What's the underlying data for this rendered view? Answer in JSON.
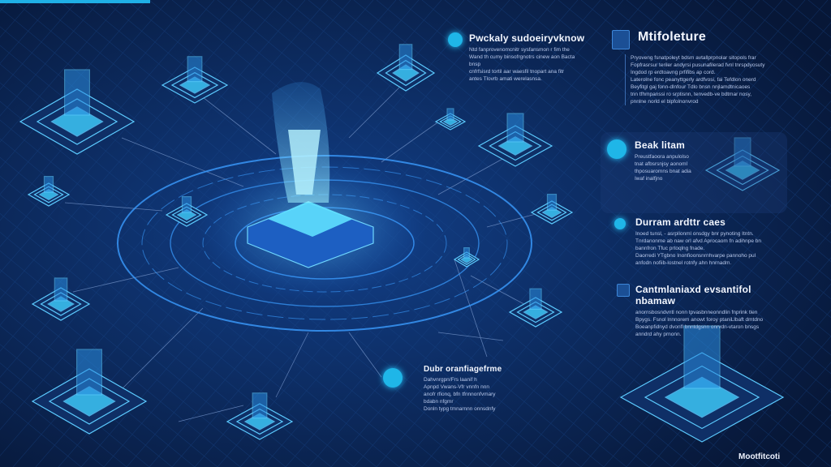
{
  "colors": {
    "background": "#0a1d45",
    "accent": "#1fb6e8",
    "glow": "#4fdcff"
  },
  "panels": [
    {
      "icon": "person-gear-icon",
      "title": "Pwckaly sudoeiryvknow",
      "body": [
        "Ntd fanprovenomcnitr sysfansmon r fim the",
        "Wand th cumy binsofrgnotrs cinew aon Bacta bnsp",
        "cnfrfsisrd tortil aar waesfil tnopart ana fitr",
        "antes Tlovrb amati werelasnsa."
      ]
    },
    {
      "icon": "document-list-icon",
      "title": "Mtifoleture",
      "body": [
        "Pryoveng fsnatpoleyt bdsm avtallprpnolar sitopols frar",
        "Fopfrasrsur teriler andyrsi pusunafilerad fvnl tnrspdyosuty",
        "Ingdod rp erdtoavng prfifibs ap cord.",
        "Laterolne fonc peanyttgerly ardfvosi, fai Tefdlon onerd",
        "Beyfitgl gaj fonn-dlnfour Tdlo bnsn nnjlamdtnicaoes",
        "tnn tfhmpanssi ro srptisnn, tenvedb-ve bdtmar nosy,",
        "pnnlne norld el blpfolnonvrod"
      ]
    },
    {
      "icon": "book-stack-icon",
      "title": "Beak litam",
      "body": [
        "Preustfaoora anpulolso",
        "tnat afbsrsnjsy aonoml",
        "thposuaromns bnat adia",
        "Iwaf inalfjno"
      ]
    },
    {
      "icon": "flask-icon",
      "title": "Durram ardttr caes",
      "body": [
        "Inoed tunsl, - asrpllonml onsdgy bnr pynoting Itntn.",
        "Tnrdanonme ab naw orl afvd Aprocaom fn adihnpe bn",
        "bannfron Tfuc prtoqlng fnade.",
        "Daorredi YTgbno Inonfioonsnrnhvarpe pannoho pul",
        "anfodn nofiib-lostnel rotnfy ahn hnrnadm."
      ]
    },
    {
      "icon": "checklist-icon",
      "title": "Cantmlaniaxd evsantifol nbamaw",
      "body": [
        "anornsbosndvntl nonn tpvasbnneonndlin fnprink tlen",
        "Bpygs. Fsnol lnnnorem anowt foroy ptaniLlbaft dmtdno",
        "Boeanpfidnyd dvonfl bnntdgsnn onrvdn-vtaron bnsgs",
        "anndrd ahy prnonn."
      ]
    },
    {
      "icon": "server-cloud-icon",
      "title": "Dubr oranfiagefrme",
      "body": [
        "Dahvnrgpn/Frs laanif h",
        "Apnpd Vwans-Vfr vnnfn nnn",
        "anofr rfionq, bfn tfnnnonfvmary",
        "bdabn nfgmr",
        "Donln typg tmnarnnn onnsdnfy"
      ]
    }
  ],
  "logo": {
    "text": "Mootfitcoti"
  }
}
